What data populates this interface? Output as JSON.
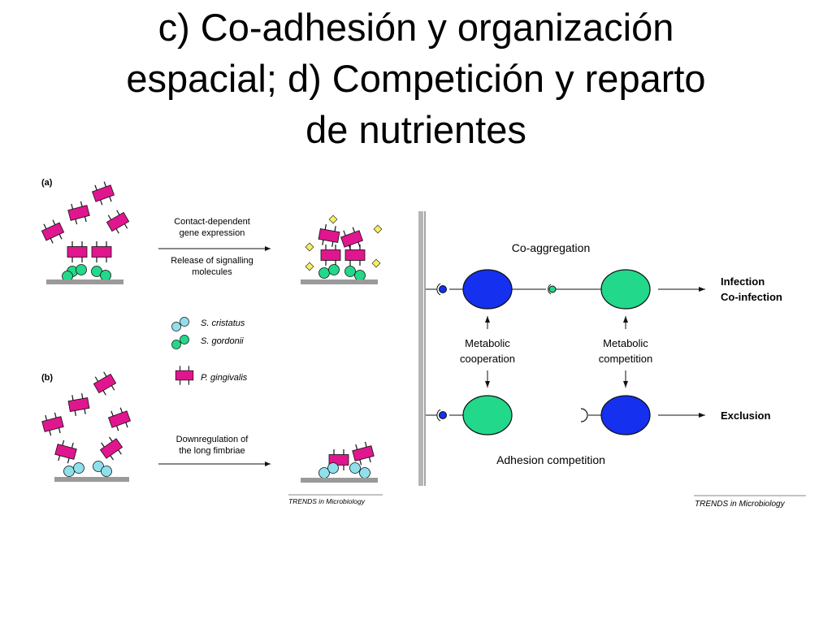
{
  "title": {
    "line1": "c) Co-adhesión y organización",
    "line2": "espacial; d) Competición y reparto",
    "line3": "de nutrientes"
  },
  "colors": {
    "magenta": "#e0168f",
    "green": "#22d88a",
    "cyan": "#8fe0ec",
    "blue": "#1530ee",
    "yellow": "#f5ee60",
    "gray": "#9a9a9a"
  },
  "left_figure": {
    "panel_a_label": "(a)",
    "panel_b_label": "(b)",
    "arrow1_above": [
      "Contact-dependent",
      "gene expression"
    ],
    "arrow1_below": [
      "Release of signalling",
      "molecules"
    ],
    "arrow2_above": [
      "Downregulation of",
      "the long fimbriae"
    ],
    "legend": [
      {
        "icon": "s-cristatus-icon",
        "label": "S. cristatus"
      },
      {
        "icon": "s-gordonii-icon",
        "label": "S. gordonii"
      },
      {
        "icon": "p-gingivalis-icon",
        "label": "P. gingivalis"
      }
    ],
    "credit": "TRENDS in Microbiology"
  },
  "right_figure": {
    "co_aggregation": "Co-aggregation",
    "adhesion_competition": "Adhesion competition",
    "metabolic_cooperation": [
      "Metabolic",
      "cooperation"
    ],
    "metabolic_competition": [
      "Metabolic",
      "competition"
    ],
    "outcome_top": [
      "Infection",
      "Co-infection"
    ],
    "outcome_bottom": "Exclusion",
    "credit": "TRENDS in Microbiology"
  }
}
